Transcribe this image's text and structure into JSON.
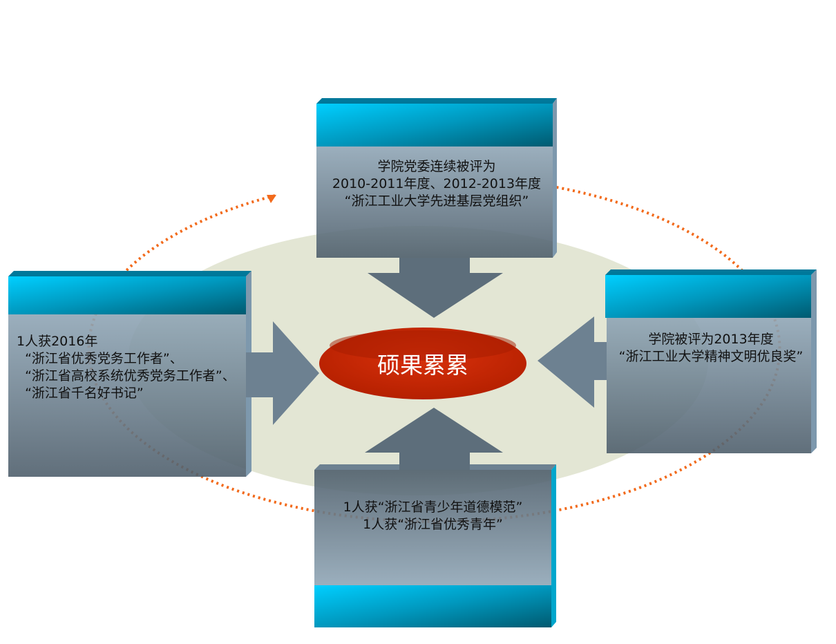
{
  "center": {
    "label": "硕果累累",
    "color": "#c52a0a"
  },
  "boxes": {
    "top": {
      "lines": [
        "学院党委连续被评为",
        "2010-2011年度、2012-2013年度",
        "“浙江工业大学先进基层党组织”"
      ]
    },
    "left": {
      "lines": [
        "1人获2016年",
        "  “浙江省优秀党务工作者”、",
        "  “浙江省高校系统优秀党务工作者”、",
        "  “浙江省千名好书记”"
      ]
    },
    "right": {
      "lines": [
        "学院被评为2013年度",
        "“浙江工业大学精神文明优良奖”"
      ]
    },
    "bottom": {
      "lines": [
        "1人获“浙江省青少年道德模范”",
        "1人获“浙江省优秀青年”"
      ]
    }
  },
  "colors": {
    "header": "#00c4f0",
    "body": "#6f8494",
    "backdrop": "#e3e6d4",
    "orbit": "#f26a1b"
  }
}
